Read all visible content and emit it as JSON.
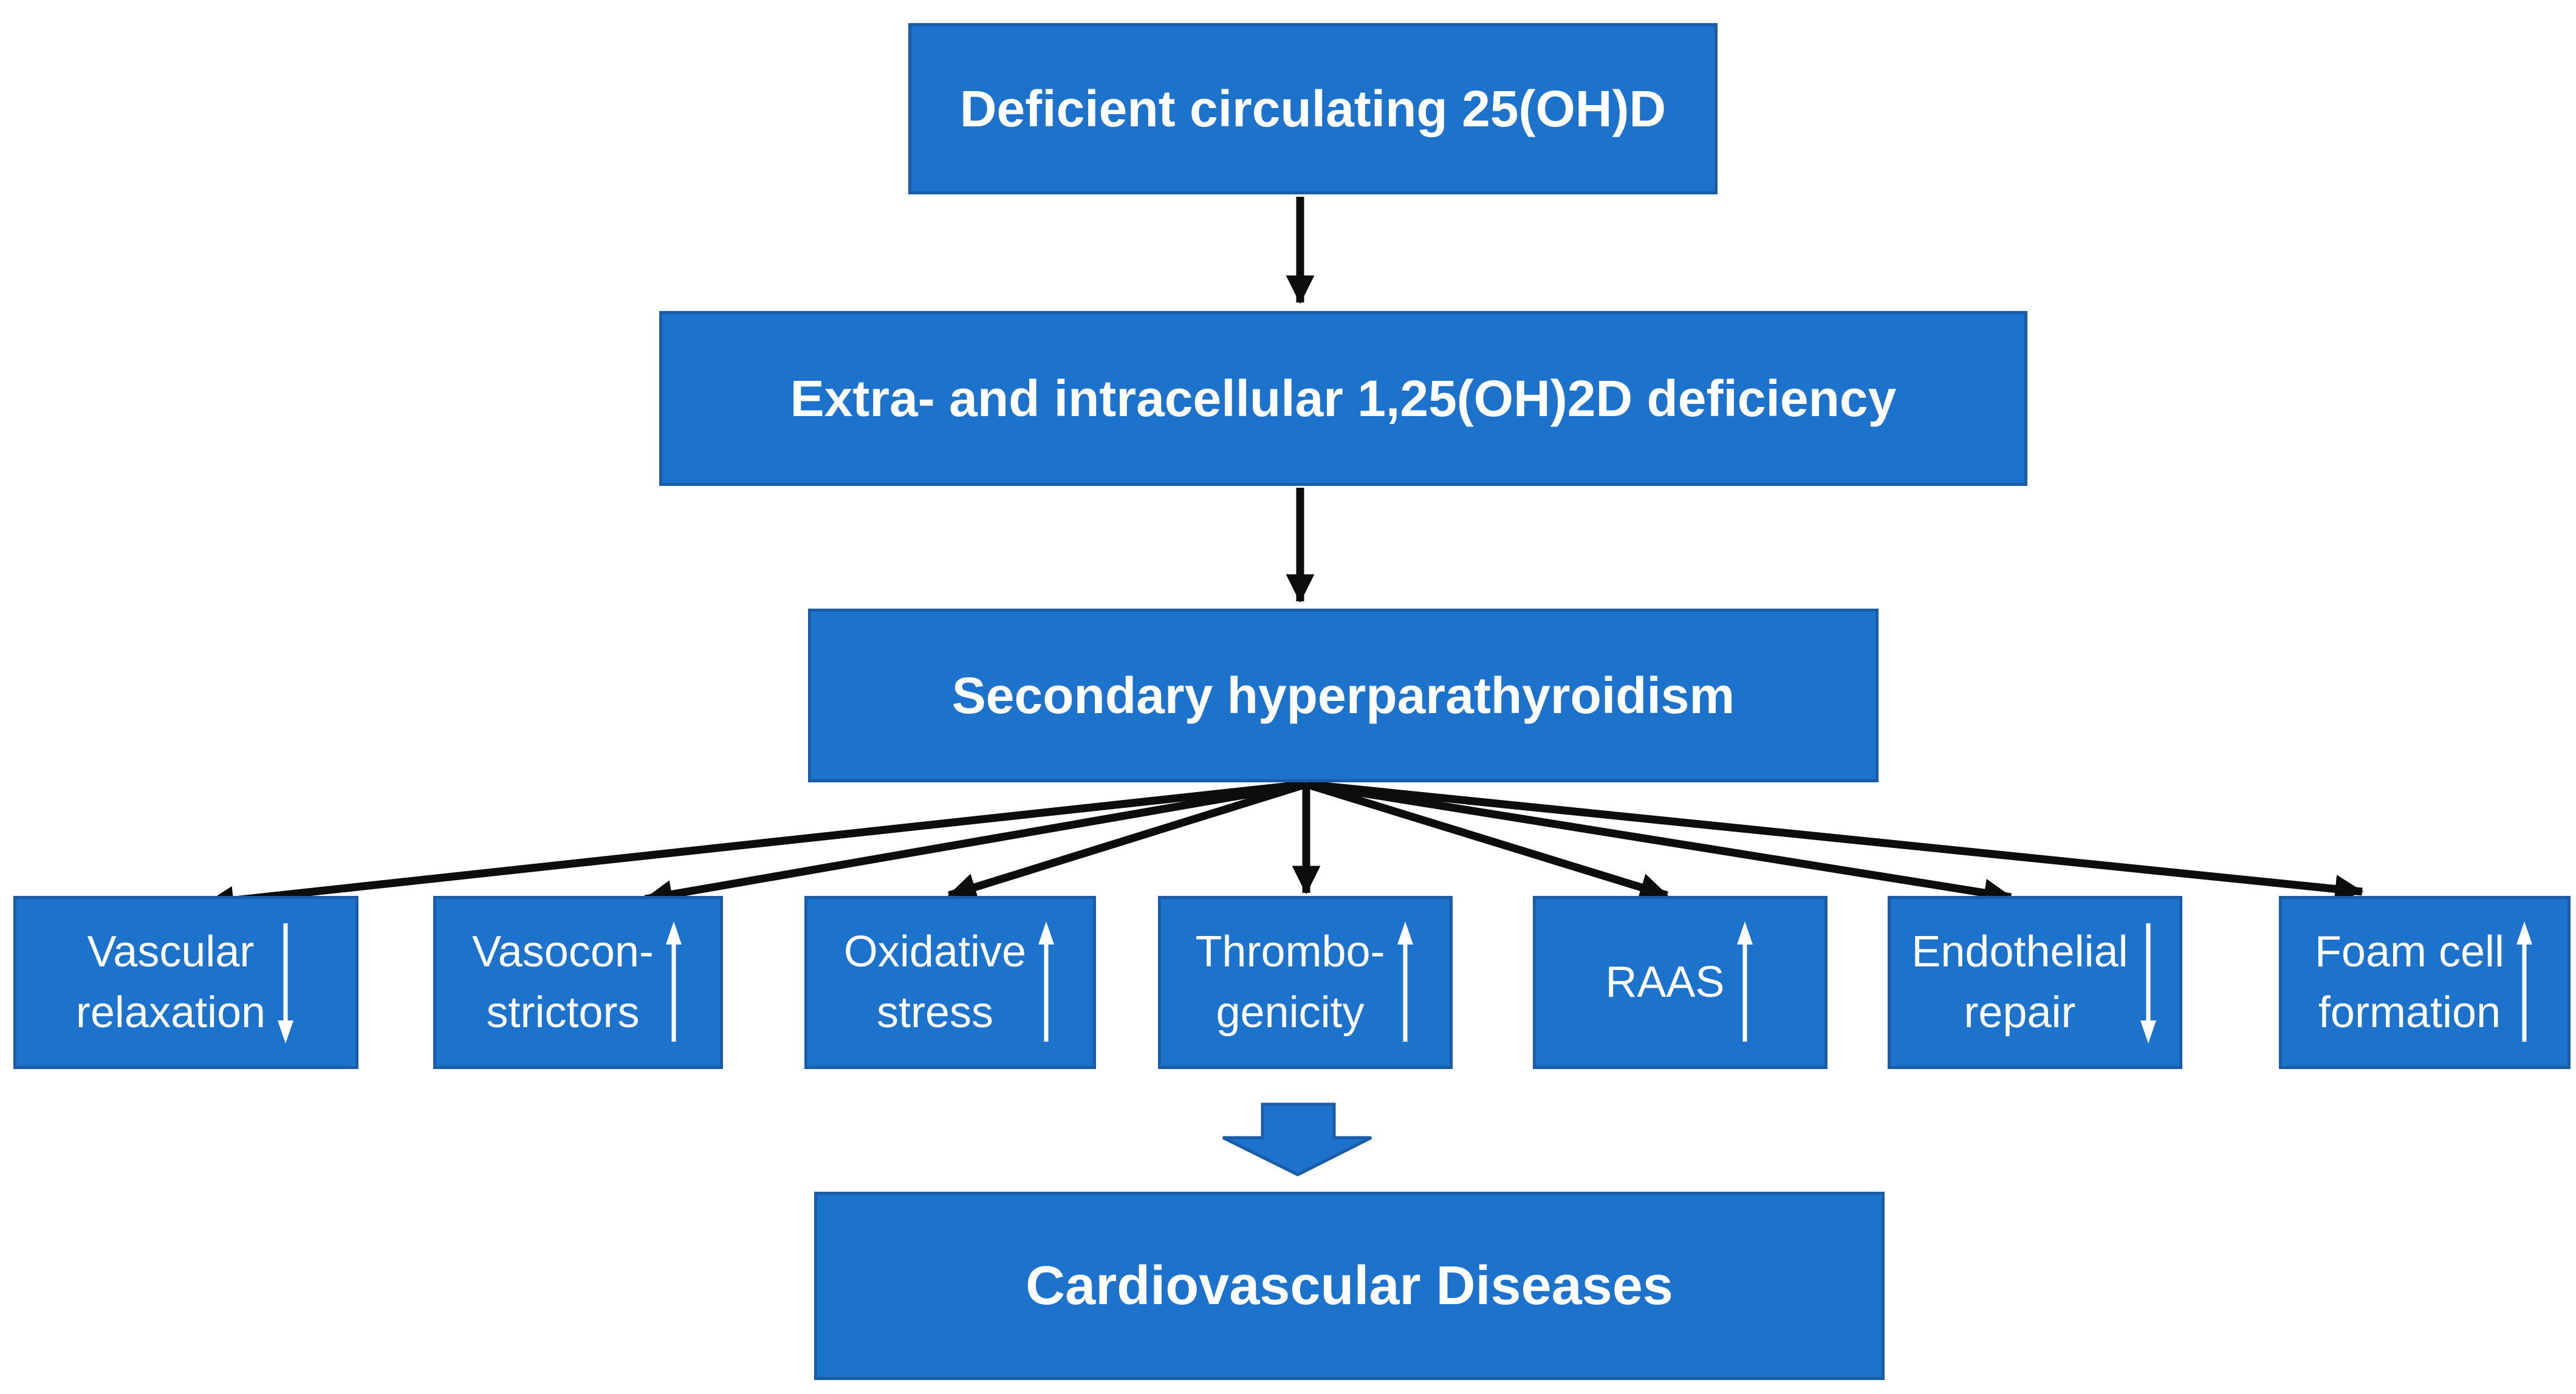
{
  "diagram": {
    "title": "Vitamin D deficiency to cardiovascular disease flowchart",
    "colors": {
      "box_fill": "#1d72cb",
      "box_border": "#1a5ca6",
      "black_arrow": "#0d0d0d",
      "white_arrow": "#ffffff",
      "text": "#ffffff",
      "background": "#ffffff"
    },
    "nodes": {
      "top": {
        "label": "Deficient circulating 25(OH)D"
      },
      "mid": {
        "label": "Extra- and intracellular 1,25(OH)2D deficiency"
      },
      "hyper": {
        "label": "Secondary hyperparathyroidism"
      },
      "final": {
        "label": "Cardiovascular Diseases"
      }
    },
    "effects": [
      {
        "lines": [
          "Vascular",
          "relaxation"
        ],
        "direction": "down"
      },
      {
        "lines": [
          "Vasocon-",
          "strictors"
        ],
        "direction": "up"
      },
      {
        "lines": [
          "Oxidative",
          "stress"
        ],
        "direction": "up"
      },
      {
        "lines": [
          "Thrombo-",
          "genicity"
        ],
        "direction": "up"
      },
      {
        "lines": [
          "RAAS"
        ],
        "direction": "up"
      },
      {
        "lines": [
          "Endothelial",
          "repair"
        ],
        "direction": "down"
      },
      {
        "lines": [
          "Foam cell",
          "formation"
        ],
        "direction": "up"
      }
    ],
    "icons": {
      "up": "up-trend-arrow",
      "down": "down-trend-arrow",
      "block": "block-down-arrow",
      "connector": "black-arrow"
    }
  }
}
